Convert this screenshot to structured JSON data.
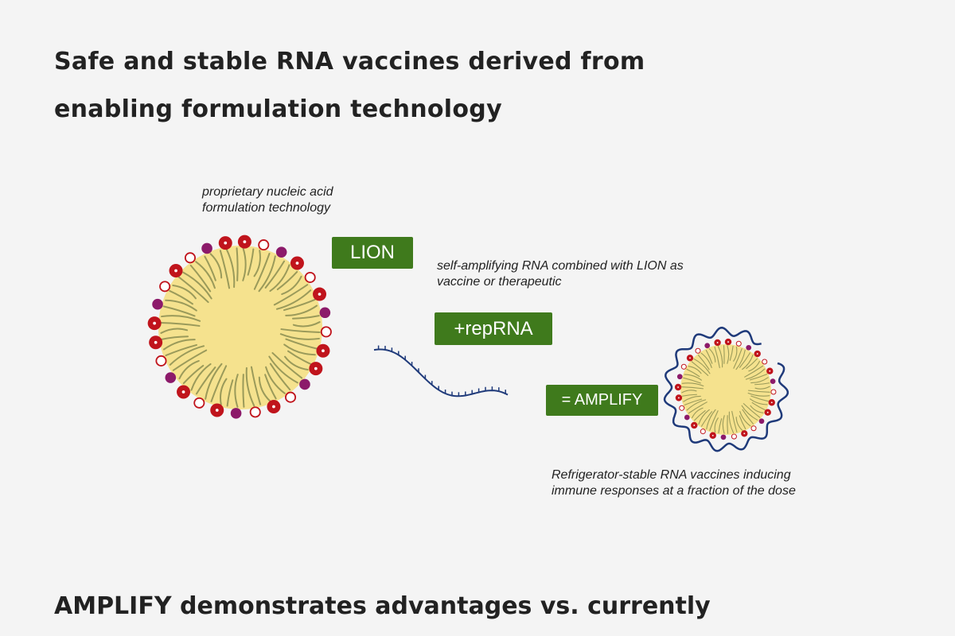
{
  "headings": {
    "title": "Safe and stable RNA vaccines derived from enabling formulation technology",
    "section": "AMPLIFY demonstrates advantages vs. currently"
  },
  "diagram": {
    "caption_lion": "proprietary nucleic acid formulation technology",
    "caption_reprna": "self-amplifying RNA combined with LION as vaccine or therapeutic",
    "caption_amplify": "Refrigerator-stable RNA vaccines inducing immune responses at a fraction of the dose",
    "labels": {
      "lion": "LION",
      "reprna": "+repRNA",
      "amplify": "= AMPLIFY"
    },
    "colors": {
      "label_bg": "#3f7a1c",
      "core": "#f5e28e",
      "lipid_tail": "#9a9a5a",
      "cation": "#c0141c",
      "purple_lipid": "#8c1a6a",
      "rna": "#1f3a7a"
    }
  }
}
